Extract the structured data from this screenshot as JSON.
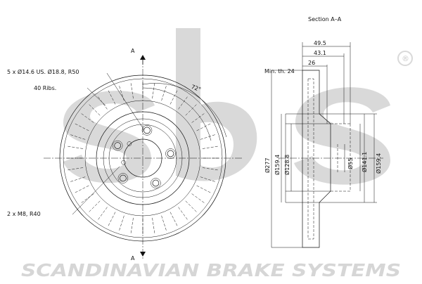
{
  "section_title": "Section A–A",
  "section_marks": [
    "A",
    "A"
  ],
  "front_view": {
    "bolt_note": "5 x Ø14.6 US. Ø18.8, R50",
    "ribs_note": "40 Ribs.",
    "angle_note": "72°",
    "thread_note": "2 x M8, R40"
  },
  "section_view": {
    "min_thickness": "Min. th. 24",
    "widths": [
      "49.5",
      "43.1",
      "26"
    ],
    "diameters_left": [
      "Ø277",
      "Ø159.4",
      "Ø128.8"
    ],
    "diameters_right": [
      "Ø55",
      "Ø141.1",
      "Ø159.4"
    ]
  },
  "watermark": {
    "logo": "sbs",
    "registered": "®",
    "company": "SCANDINAVIAN BRAKE SYSTEMS"
  },
  "colors": {
    "line": "#111111",
    "watermark": "#d9d9d9"
  }
}
